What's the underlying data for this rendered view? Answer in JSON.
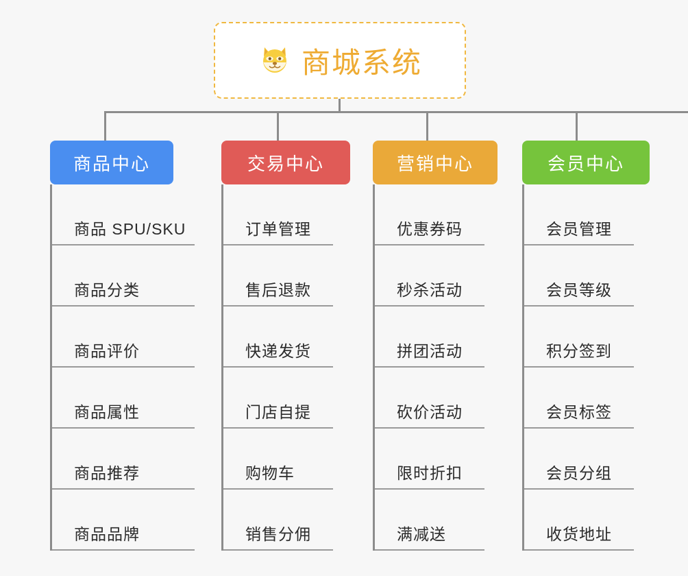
{
  "page": {
    "background_color": "#f7f7f7",
    "line_color": "#8c8c8c",
    "leaf_text_color": "#2b2b2b"
  },
  "root": {
    "icon": "🐶",
    "icon_name": "shiba-dog-face-icon",
    "title": "商城系统",
    "title_color": "#eeab33",
    "border_color": "#f0b840"
  },
  "branches": [
    {
      "label": "商品中心",
      "color": "#4a8ef0",
      "items": [
        "商品 SPU/SKU",
        "商品分类",
        "商品评价",
        "商品属性",
        "商品推荐",
        "商品品牌"
      ]
    },
    {
      "label": "交易中心",
      "color": "#e05b57",
      "items": [
        "订单管理",
        "售后退款",
        "快递发货",
        "门店自提",
        "购物车",
        "销售分佣"
      ]
    },
    {
      "label": "营销中心",
      "color": "#eaa939",
      "items": [
        "优惠券码",
        "秒杀活动",
        "拼团活动",
        "砍价活动",
        "限时折扣",
        "满减送"
      ]
    },
    {
      "label": "会员中心",
      "color": "#76c43c",
      "items": [
        "会员管理",
        "会员等级",
        "积分签到",
        "会员标签",
        "会员分组",
        "收货地址"
      ]
    }
  ]
}
